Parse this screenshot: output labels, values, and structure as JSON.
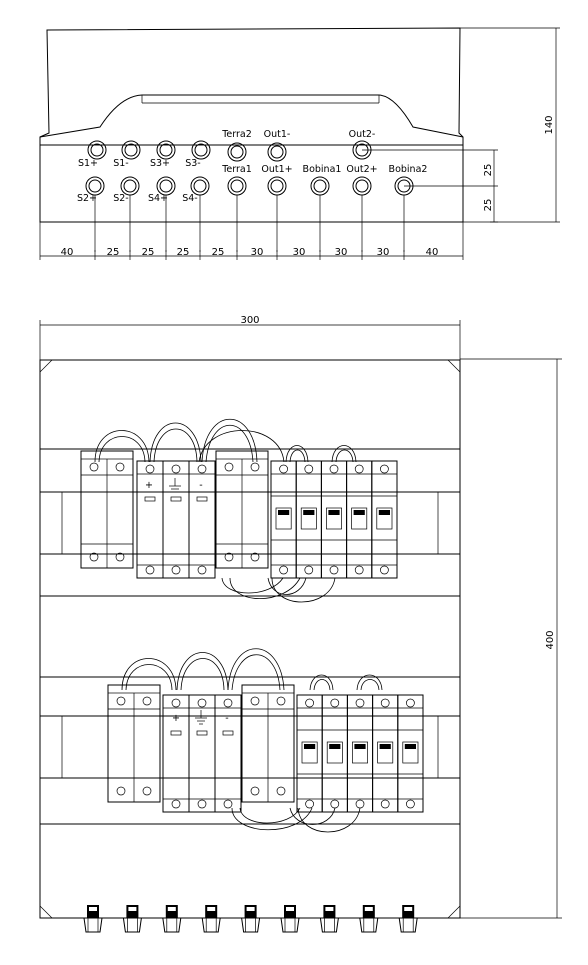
{
  "top_view": {
    "glands_row1": [
      "S1+",
      "S1-",
      "S3+",
      "S3-",
      "Terra2",
      "Out1-",
      "Out2-"
    ],
    "glands_row2": [
      "S2+",
      "S2-",
      "S4+",
      "S4-",
      "Terra1",
      "Out1+",
      "Bobina1",
      "Out2+",
      "Bobina2"
    ],
    "bottom_dims": [
      "40",
      "25",
      "25",
      "25",
      "25",
      "30",
      "30",
      "30",
      "30",
      "40"
    ],
    "height_dim": "140",
    "row_pitch_dims": [
      "25",
      "25"
    ]
  },
  "front_view": {
    "width_dim": "300",
    "height_dim": "400",
    "spd_symbols": [
      "+",
      "-"
    ],
    "bottom_gland_count": 9
  },
  "colors": {
    "line": "#000000",
    "background": "#ffffff"
  },
  "icons": {
    "ground": "ground-icon"
  }
}
